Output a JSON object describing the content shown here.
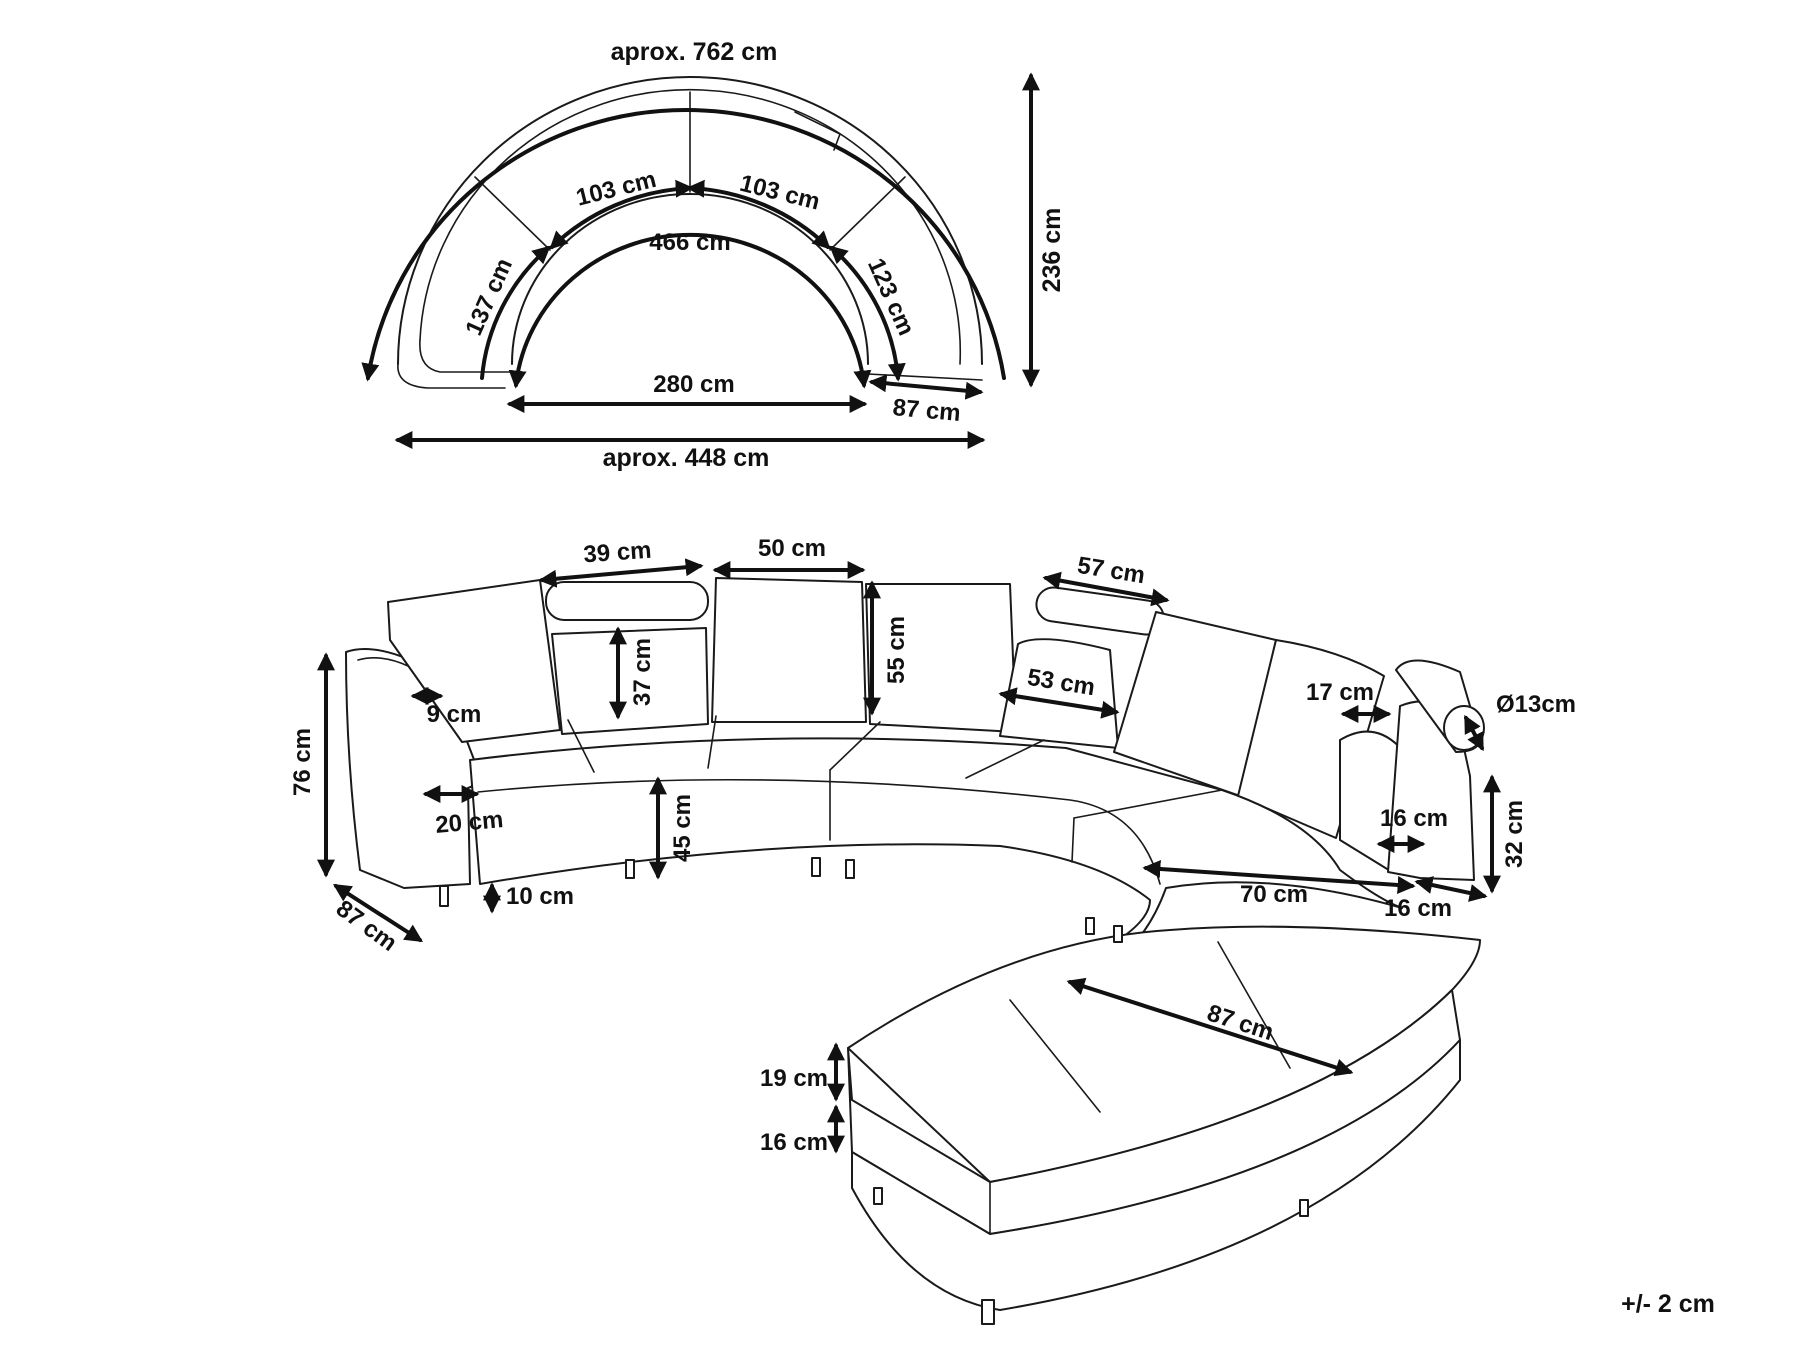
{
  "colors": {
    "line": "#1a1a1a",
    "background": "#ffffff"
  },
  "top_view": {
    "labels": {
      "arc_outer": "aprox. 762 cm",
      "seg_left_top": "103 cm",
      "seg_right_top": "103 cm",
      "inner_arc": "466 cm",
      "seg_left": "137 cm",
      "seg_right": "123 cm",
      "height": "236 cm",
      "inner_width": "280 cm",
      "depth": "87 cm",
      "outer_width": "aprox. 448 cm"
    }
  },
  "front_view": {
    "labels": {
      "pillow_a": "39 cm",
      "pillow_b": "50 cm",
      "pillow_c": "57 cm",
      "backrest": "37 cm",
      "cushion_h": "55 cm",
      "cushion_w": "53 cm",
      "arm_gap": "9 cm",
      "total_h": "76 cm",
      "arm_w": "20 cm",
      "seat_h": "45 cm",
      "leg_h": "10 cm",
      "depth": "87 cm",
      "bolster_w": "17 cm",
      "bolster_d": "Ø13cm",
      "arm_w2": "16 cm",
      "arm_h": "32 cm",
      "seat_depth": "70 cm",
      "arm_w3": "16 cm",
      "chaise_depth": "87 cm",
      "chaise_top": "19 cm",
      "chaise_base": "16 cm"
    }
  },
  "tolerance": "+/- 2 cm"
}
